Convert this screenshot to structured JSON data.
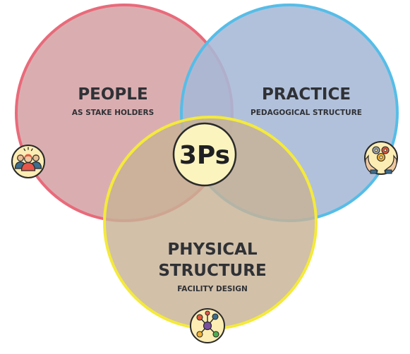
{
  "center": {
    "label": "3Ps",
    "fill": "#fbf4bf",
    "stroke": "#2a2a2a"
  },
  "circles": {
    "people": {
      "title": "PEOPLE",
      "subtitle": "AS STAKE HOLDERS",
      "fill": "#d5a3a6",
      "stroke": "#e96a7a",
      "icon": "people-group-icon"
    },
    "practice": {
      "title": "PRACTICE",
      "subtitle": "PEDAGOGICAL STRUCTURE",
      "fill": "#a7b8d6",
      "stroke": "#55bde8",
      "icon": "hands-gears-icon"
    },
    "physical": {
      "title_line1": "PHYSICAL",
      "title_line2": "STRUCTURE",
      "subtitle": "FACILITY DESIGN",
      "fill": "#c8b296",
      "stroke": "#f4ea3b",
      "icon": "network-molecule-icon"
    }
  },
  "icon_badge": {
    "fill": "#fbedb4",
    "stroke": "#2a2a2a"
  }
}
